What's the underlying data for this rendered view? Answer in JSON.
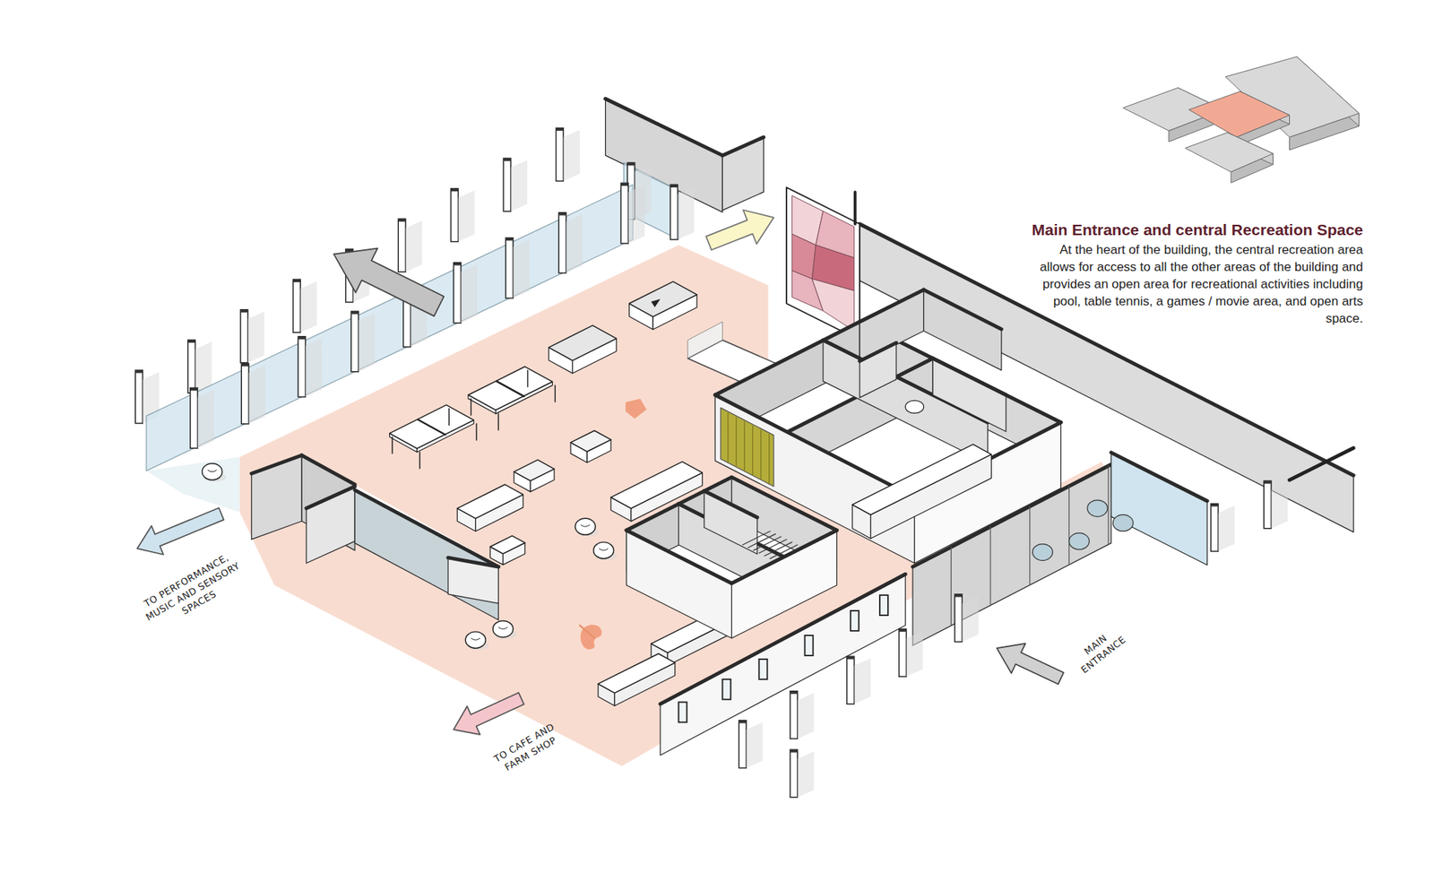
{
  "diagram": {
    "title": "Main Entrance and central Recreation Space",
    "caption": "At the heart of the building, the central recreation area allows for access to all the other areas of the building and provides an open area for recreational activities including pool, table tennis, a games / movie area, and open arts space.",
    "labels": [
      "TO PERFORMANCE, MUSIC AND SENSORY SPACES",
      "TO CAFE AND FARM SHOP",
      "MAIN ENTRANCE"
    ]
  }
}
